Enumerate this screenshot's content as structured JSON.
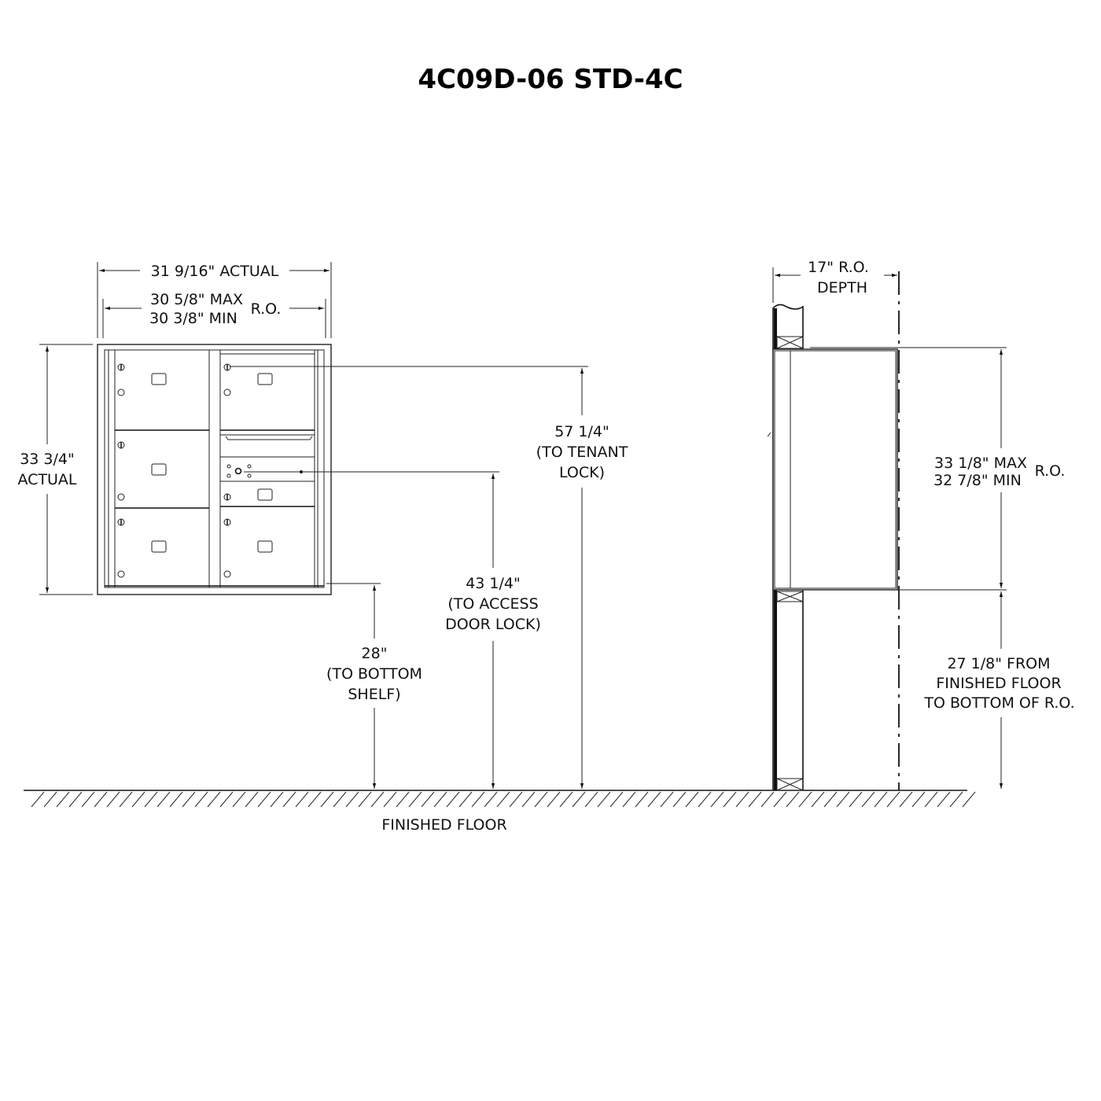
{
  "title": "4C09D-06 STD-4C",
  "front_view": {
    "width_actual": "31 9/16\" ACTUAL",
    "ro_max": "30 5/8\" MAX",
    "ro_min": "30 3/8\" MIN",
    "ro_label": "R.O.",
    "height_actual_1": "33 3/4\"",
    "height_actual_2": "ACTUAL",
    "tenant_lock": [
      "57 1/4\"",
      "(TO TENANT",
      "LOCK)"
    ],
    "access_lock": [
      "43 1/4\"",
      "(TO ACCESS",
      "DOOR LOCK)"
    ],
    "bottom_shelf": [
      "28\"",
      "(TO BOTTOM",
      "SHELF)"
    ]
  },
  "side_view": {
    "depth": [
      "17\"  R.O.",
      "DEPTH"
    ],
    "ro_max": "33 1/8\" MAX",
    "ro_min": "32 7/8\" MIN",
    "ro_label": "R.O.",
    "from_floor": [
      "27 1/8\"  FROM",
      "FINISHED FLOOR",
      "TO BOTTOM OF R.O."
    ]
  },
  "floor_label": "FINISHED FLOOR"
}
